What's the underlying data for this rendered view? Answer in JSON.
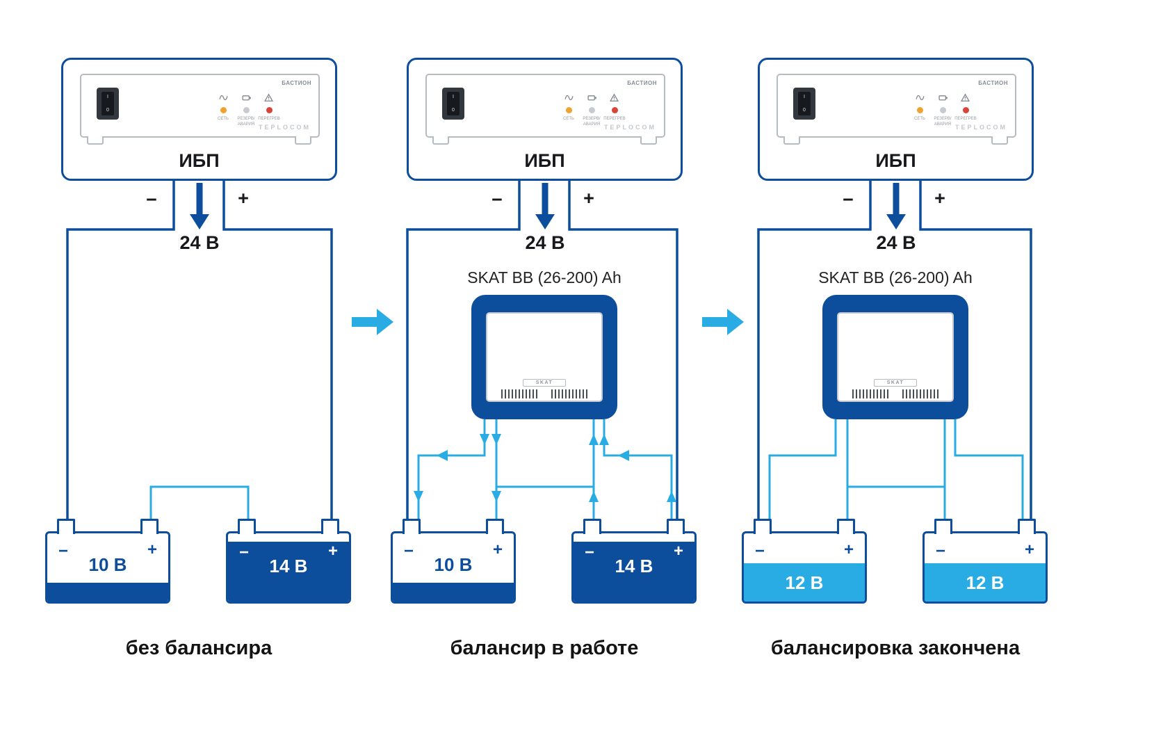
{
  "colors": {
    "dark_blue": "#0d4e9c",
    "cyan": "#29ace4"
  },
  "device": {
    "brand": "БАСТИОН",
    "wordmark": "TEPLOCOM",
    "switch_on": "I",
    "switch_off": "0",
    "led_labels": [
      "СЕТЬ",
      "РЕЗЕРВ/ АВАРИЯ",
      "ПЕРЕГРЕВ"
    ]
  },
  "balancer": {
    "logo": "SKAT"
  },
  "panels": [
    {
      "ups_label": "ИБП",
      "minus": "−",
      "plus": "+",
      "voltage": "24 В",
      "caption": "без балансира",
      "batteries": [
        {
          "minus": "−",
          "plus": "+",
          "label": "10 В"
        },
        {
          "minus": "−",
          "plus": "+",
          "label": "14 В"
        }
      ]
    },
    {
      "ups_label": "ИБП",
      "minus": "−",
      "plus": "+",
      "voltage": "24 В",
      "balancer_title": "SKAT BB (26-200) Ah",
      "caption": "балансир в работе",
      "batteries": [
        {
          "minus": "−",
          "plus": "+",
          "label": "10 В"
        },
        {
          "minus": "−",
          "plus": "+",
          "label": "14 В"
        }
      ]
    },
    {
      "ups_label": "ИБП",
      "minus": "−",
      "plus": "+",
      "voltage": "24 В",
      "balancer_title": "SKAT BB (26-200) Ah",
      "caption": "балансировка закончена",
      "batteries": [
        {
          "minus": "−",
          "plus": "+",
          "label": "12 В"
        },
        {
          "minus": "−",
          "plus": "+",
          "label": "12 В"
        }
      ]
    }
  ]
}
